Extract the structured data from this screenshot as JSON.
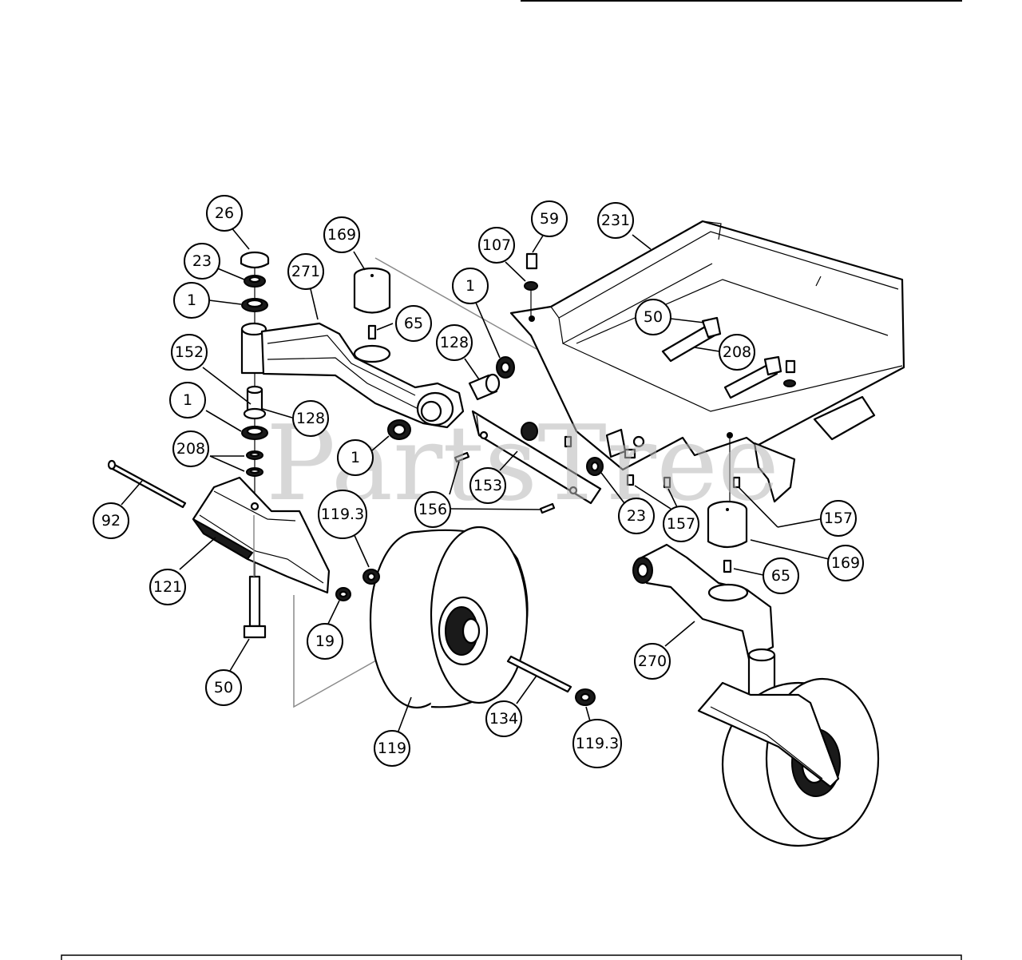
{
  "watermark": "PartsTree",
  "callouts": [
    {
      "id": "c26",
      "label": "26"
    },
    {
      "id": "c23a",
      "label": "23"
    },
    {
      "id": "c1a",
      "label": "1"
    },
    {
      "id": "c271",
      "label": "271"
    },
    {
      "id": "c169a",
      "label": "169"
    },
    {
      "id": "c65a",
      "label": "65"
    },
    {
      "id": "c152",
      "label": "152"
    },
    {
      "id": "c1b",
      "label": "1"
    },
    {
      "id": "c128a",
      "label": "128"
    },
    {
      "id": "c208a",
      "label": "208"
    },
    {
      "id": "c1c",
      "label": "1"
    },
    {
      "id": "c92",
      "label": "92"
    },
    {
      "id": "c121",
      "label": "121"
    },
    {
      "id": "c50a",
      "label": "50"
    },
    {
      "id": "c19",
      "label": "19"
    },
    {
      "id": "c119_3a",
      "label": "119.3"
    },
    {
      "id": "c119",
      "label": "119"
    },
    {
      "id": "c134",
      "label": "134"
    },
    {
      "id": "c119_3b",
      "label": "119.3"
    },
    {
      "id": "c107",
      "label": "107"
    },
    {
      "id": "c59",
      "label": "59"
    },
    {
      "id": "c231",
      "label": "231"
    },
    {
      "id": "c1d",
      "label": "1"
    },
    {
      "id": "c128b",
      "label": "128"
    },
    {
      "id": "c50b",
      "label": "50"
    },
    {
      "id": "c208b",
      "label": "208"
    },
    {
      "id": "c153",
      "label": "153"
    },
    {
      "id": "c156",
      "label": "156"
    },
    {
      "id": "c23b",
      "label": "23"
    },
    {
      "id": "c157a",
      "label": "157"
    },
    {
      "id": "c157b",
      "label": "157"
    },
    {
      "id": "c169b",
      "label": "169"
    },
    {
      "id": "c65b",
      "label": "65"
    },
    {
      "id": "c270",
      "label": "270"
    }
  ]
}
